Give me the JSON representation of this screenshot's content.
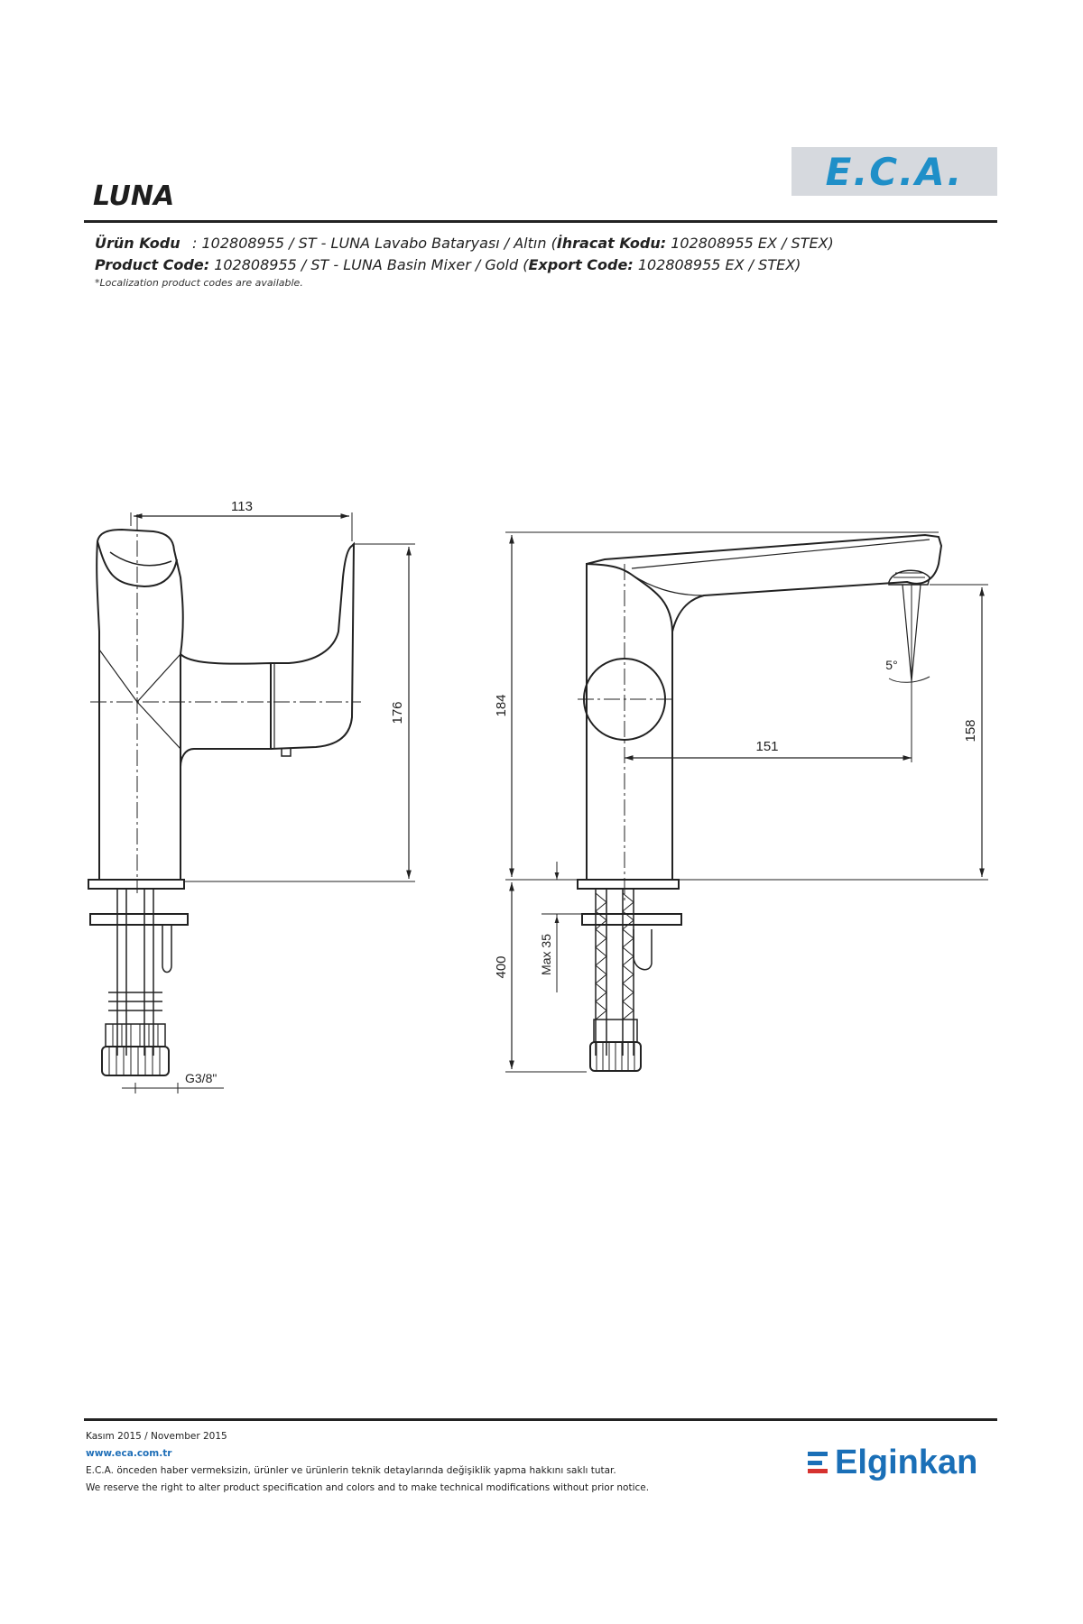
{
  "header": {
    "brand_logo": "E.C.A.",
    "product_name": "LUNA"
  },
  "codes": {
    "tr_label": "Ürün Kodu",
    "tr_value": ": 102808955 / ST - LUNA Lavabo Bataryası / Altın (",
    "tr_export_label": "İhracat Kodu:",
    "tr_export_value": " 102808955 EX / STEX)",
    "en_label": "Product Code:",
    "en_value": " 102808955 / ST - LUNA Basin Mixer / Gold (",
    "en_export_label": "Export Code:",
    "en_export_value": " 102808955 EX / STEX)",
    "note": "*Localization product codes are available."
  },
  "dimensions": {
    "front_width": "113",
    "front_height": "176",
    "connection": "G3/8\"",
    "side_height": "184",
    "spout_reach": "151",
    "spout_height": "158",
    "spout_angle": "5°",
    "hose_length": "400",
    "max_thickness": "Max 35"
  },
  "footer": {
    "date": "Kasım 2015 / November 2015",
    "url": "www.eca.com.tr",
    "notice_tr": "E.C.A. önceden haber vermeksizin, ürünler ve ürünlerin teknik detaylarında değişiklik yapma hakkını saklı tutar.",
    "notice_en": "We reserve the right to alter product specification and colors and to make technical modifications without prior notice.",
    "partner_logo": "Elginkan"
  },
  "colors": {
    "eca_blue": "#1f8fc8",
    "logo_bg": "#d6d9de",
    "elginkan_blue": "#1a6fb7",
    "elginkan_red": "#d6322f"
  }
}
